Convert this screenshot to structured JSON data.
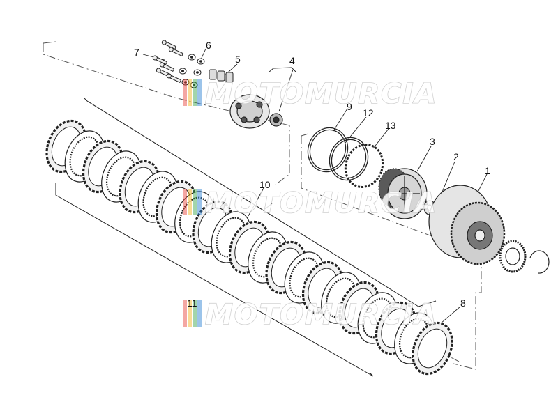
{
  "callouts": [
    {
      "id": "part-1",
      "label": "1"
    },
    {
      "id": "part-2",
      "label": "2"
    },
    {
      "id": "part-3",
      "label": "3"
    },
    {
      "id": "part-4",
      "label": "4"
    },
    {
      "id": "part-5",
      "label": "5"
    },
    {
      "id": "part-6",
      "label": "6"
    },
    {
      "id": "part-7",
      "label": "7"
    },
    {
      "id": "part-8",
      "label": "8"
    },
    {
      "id": "part-9",
      "label": "9"
    },
    {
      "id": "part-10",
      "label": "10"
    },
    {
      "id": "part-11",
      "label": "11"
    },
    {
      "id": "part-12",
      "label": "12"
    },
    {
      "id": "part-13",
      "label": "13"
    }
  ],
  "watermark": {
    "text": "MOTOMURCIA",
    "stripe_colors": [
      "#e8423b",
      "#f3b21e",
      "#3aa54a",
      "#2a7fd1"
    ]
  },
  "colors": {
    "line": "#222222",
    "dash": "#555555",
    "part_fill": "#e6e6e6",
    "dark_fill": "#4a4a4a"
  }
}
